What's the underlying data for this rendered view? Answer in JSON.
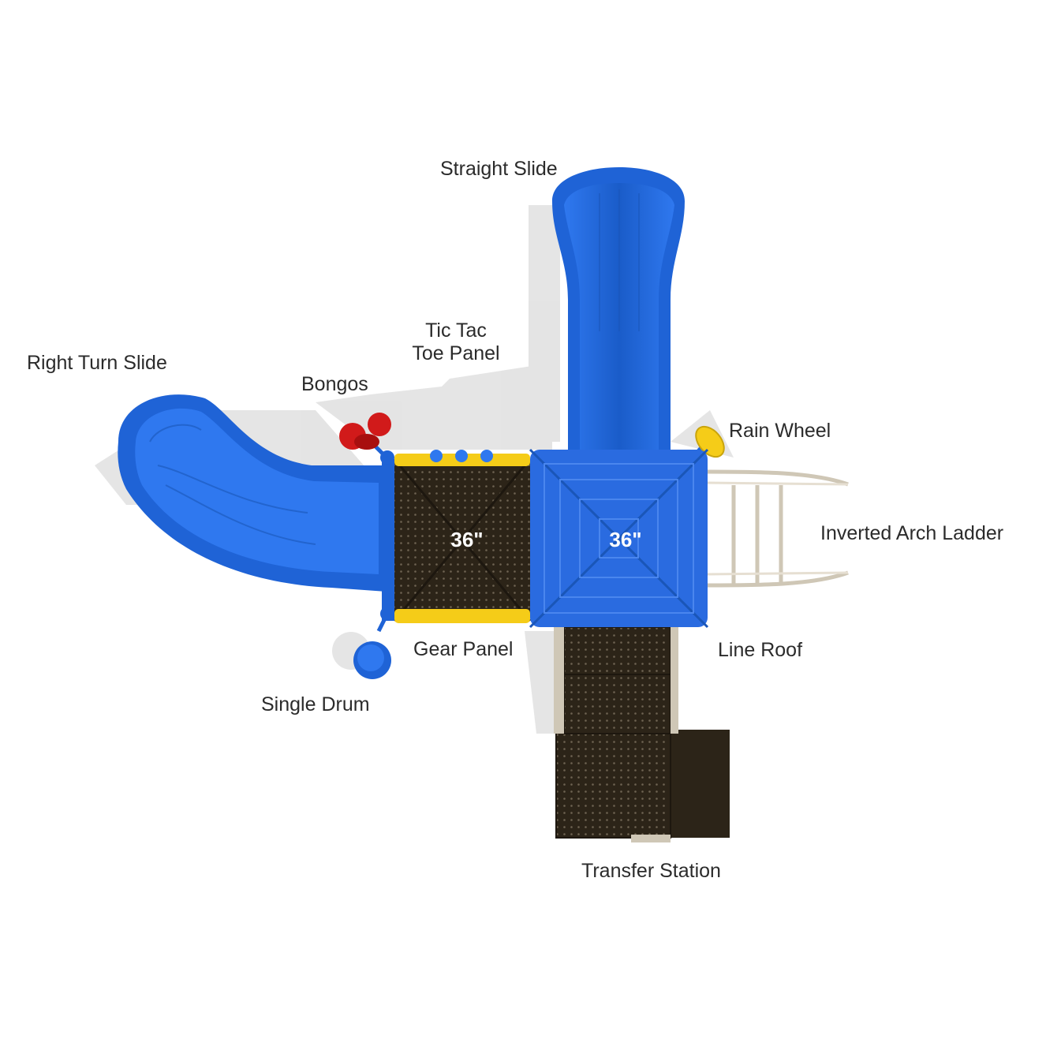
{
  "labels": {
    "straight_slide": "Straight Slide",
    "tic_tac_line1": "Tic Tac",
    "tic_tac_line2": "Toe Panel",
    "right_turn_slide": "Right Turn Slide",
    "bongos": "Bongos",
    "rain_wheel": "Rain Wheel",
    "inverted_arch_ladder": "Inverted Arch Ladder",
    "gear_panel": "Gear Panel",
    "line_roof": "Line Roof",
    "single_drum": "Single Drum",
    "transfer_station": "Transfer Station"
  },
  "decks": {
    "left_height": "36\"",
    "right_height": "36\""
  },
  "colors": {
    "slide_blue": "#1f63d6",
    "roof_blue": "#2a6be0",
    "panel_yellow": "#f5cc18",
    "drum_red": "#d11a1a",
    "deck_brown": "#2c2418",
    "ladder_tan": "#ddd6c8"
  }
}
